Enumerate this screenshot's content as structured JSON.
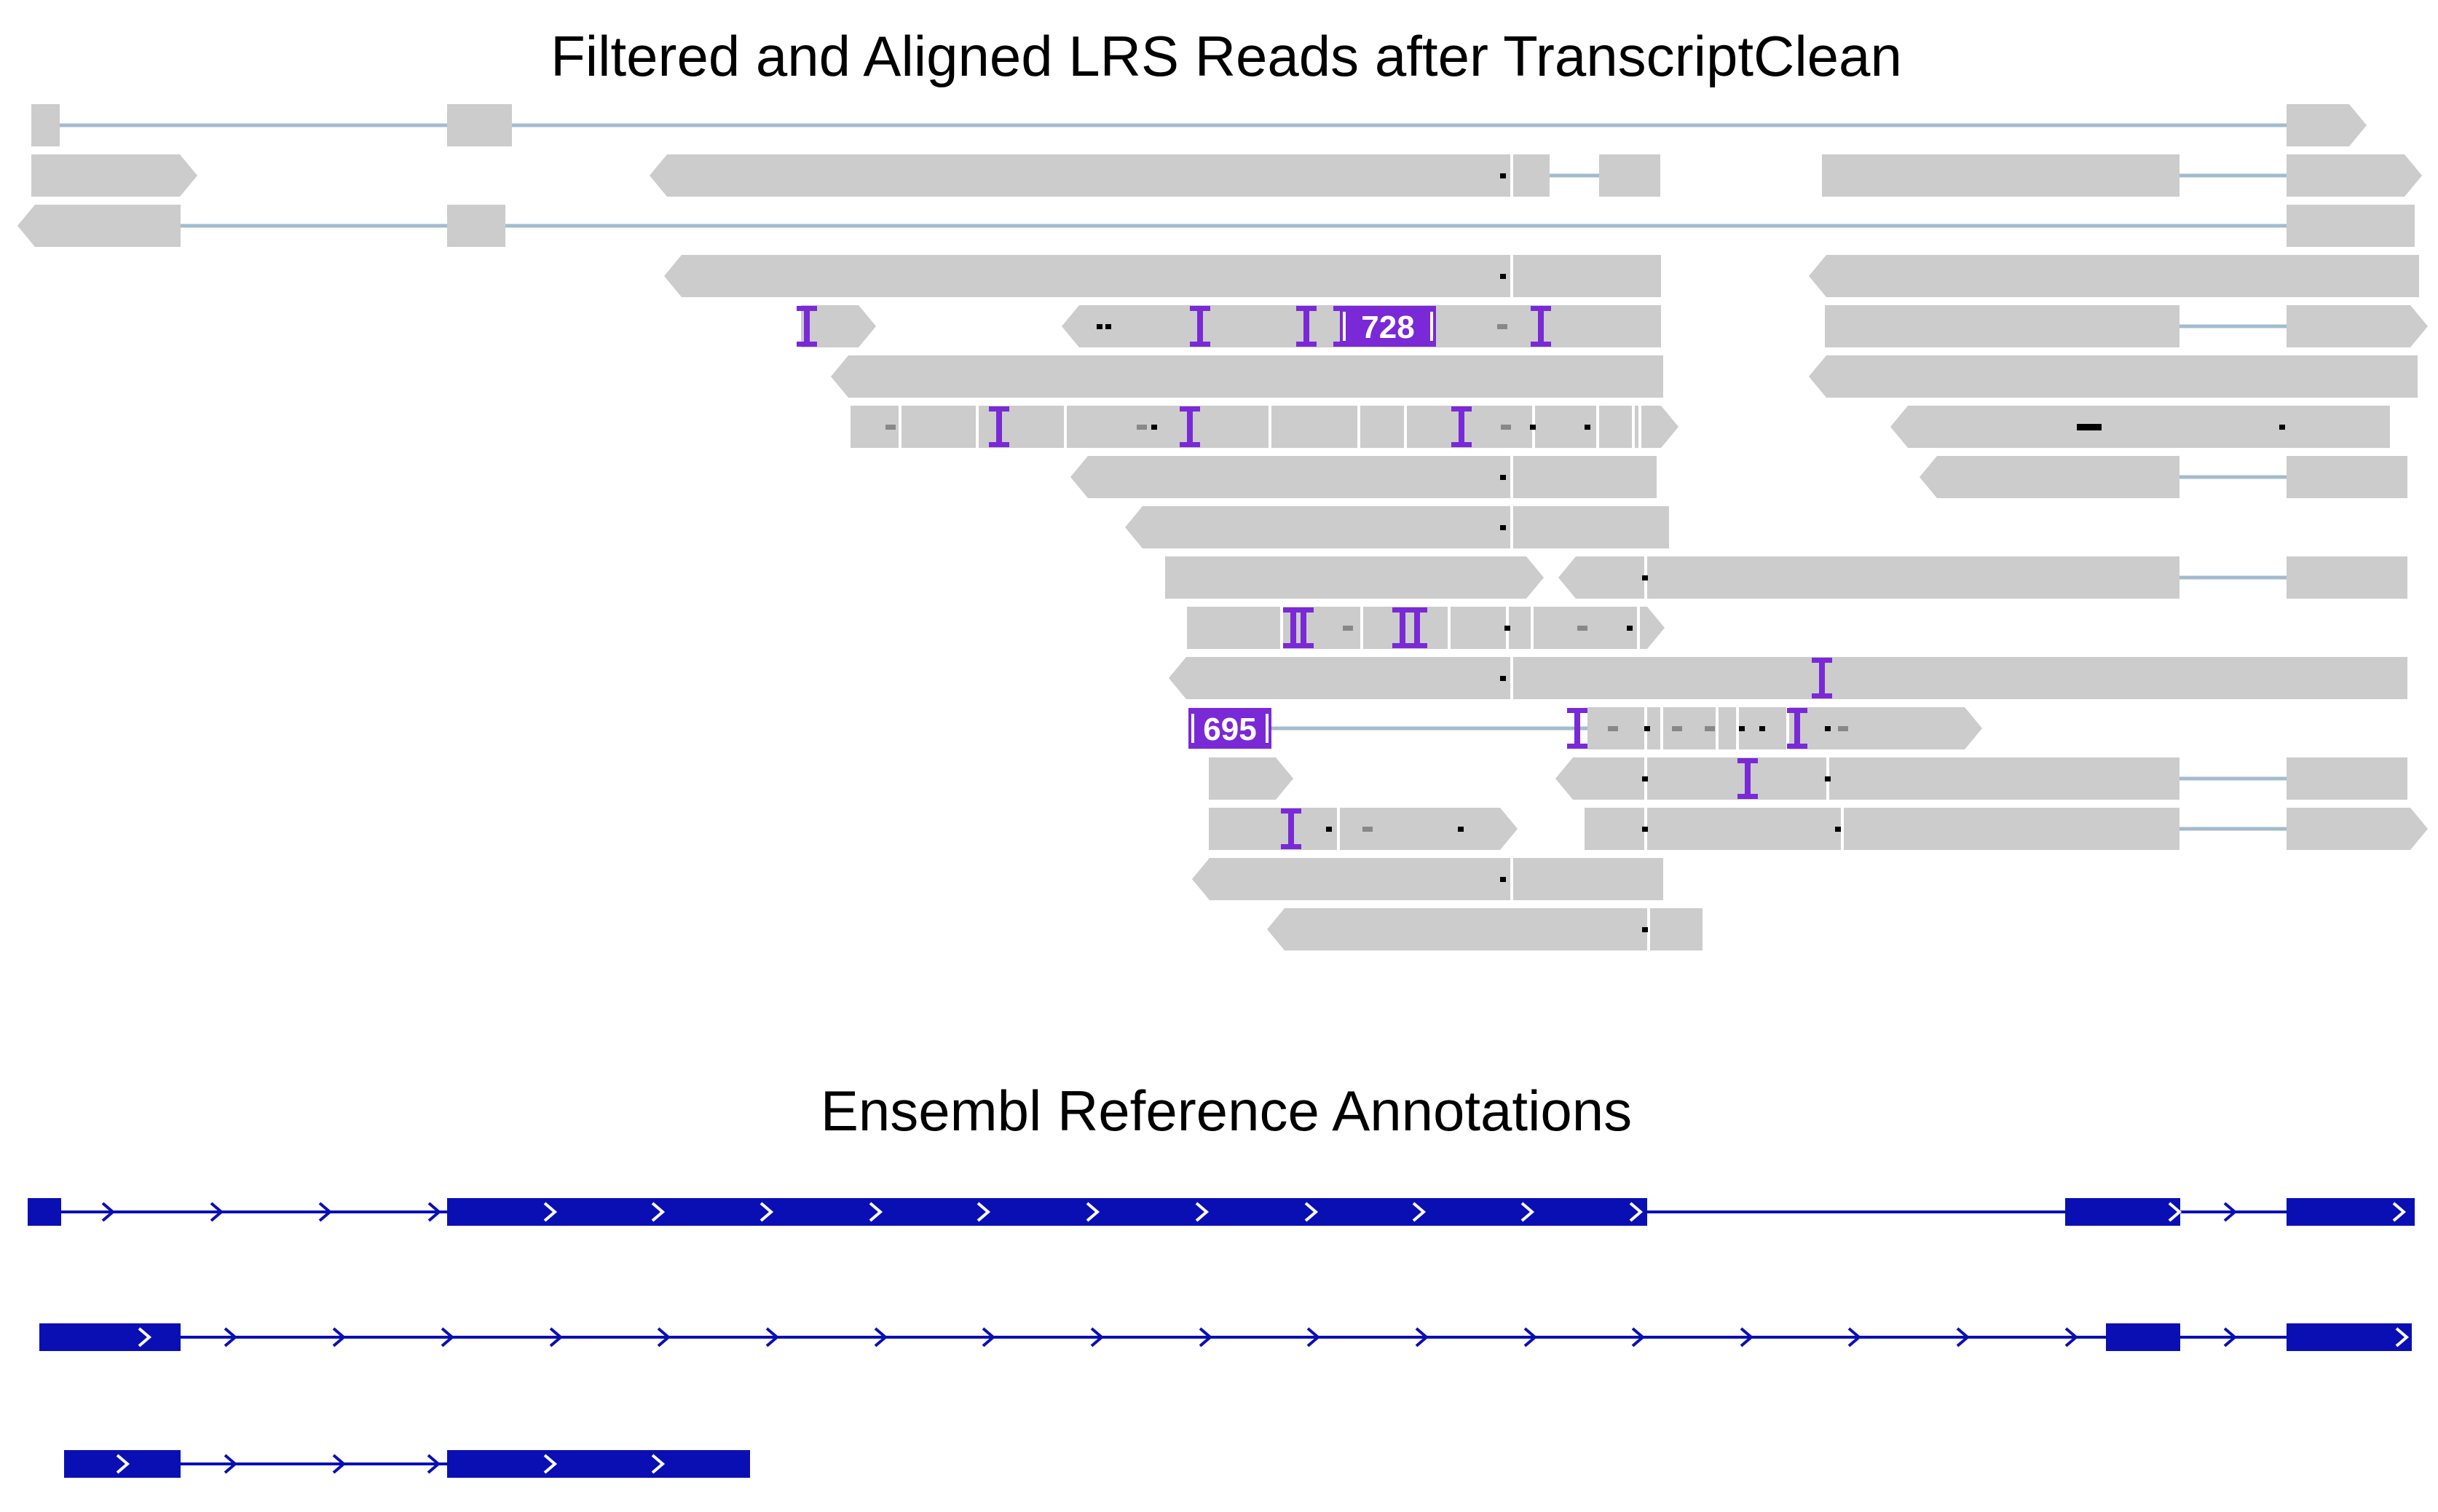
{
  "panels": {
    "reads_title": "Filtered and Aligned LRS Reads after TranscriptClean",
    "annotations_title": "Ensembl Reference Annotations"
  },
  "colors": {
    "read_fill": "#cccccc",
    "intron": "#a2bcce",
    "insertion": "#7a29d6",
    "annotation": "#0a0fb4"
  },
  "insertion_labels": [
    "728",
    "695"
  ]
}
